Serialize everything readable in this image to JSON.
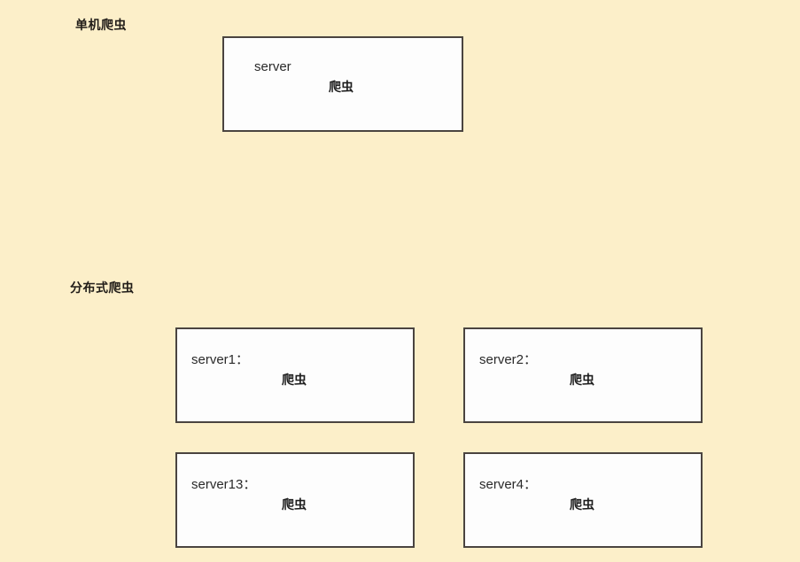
{
  "page": {
    "background_color": "#fcefc9",
    "box_fill_color": "#fdfdfd",
    "box_border_color": "#4a4440"
  },
  "sections": [
    {
      "label": "单机爬虫",
      "nodes": [
        {
          "title": "server",
          "sub": "爬虫"
        }
      ]
    },
    {
      "label": "分布式爬虫",
      "nodes": [
        {
          "title": "server1：",
          "sub": "爬虫"
        },
        {
          "title": "server2：",
          "sub": "爬虫"
        },
        {
          "title": "server13：",
          "sub": "爬虫"
        },
        {
          "title": "server4：",
          "sub": "爬虫"
        }
      ]
    }
  ]
}
